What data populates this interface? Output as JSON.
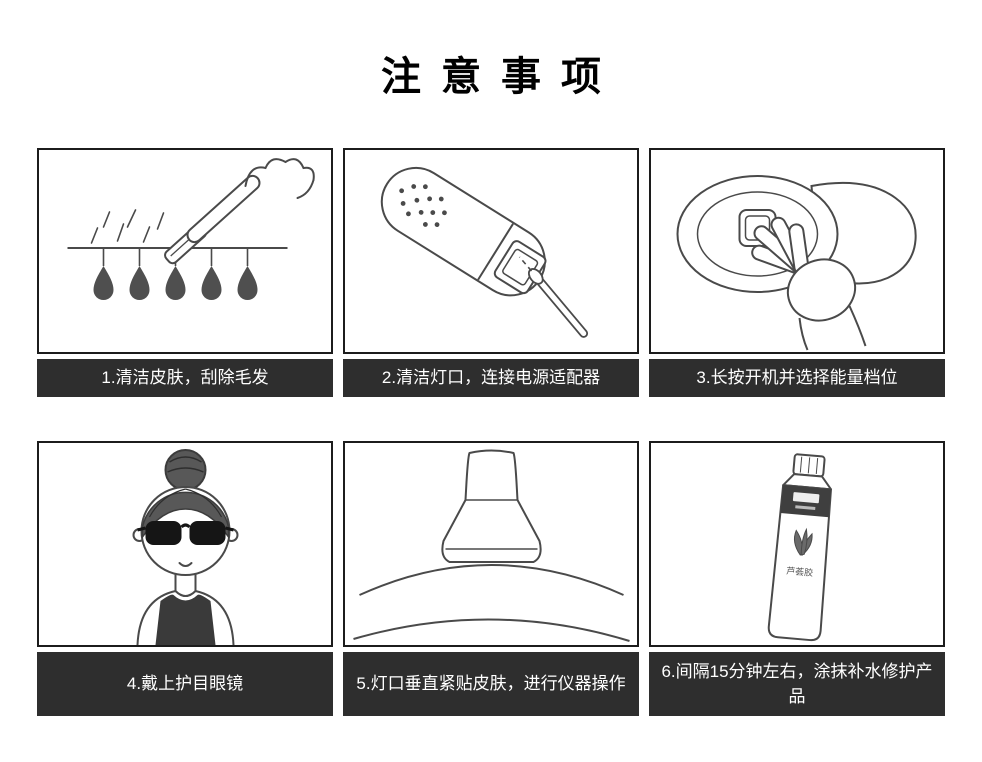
{
  "page": {
    "title": "注意事项",
    "background_color": "#ffffff",
    "caption_bar_color": "#2e2e2e",
    "caption_text_color": "#ffffff",
    "line_art_color": "#4a4a4a"
  },
  "steps": [
    {
      "caption": "1.清洁皮肤，刮除毛发",
      "illustration": "razor-shaving"
    },
    {
      "caption": "2.清洁灯口，连接电源适配器",
      "illustration": "clean-lamp-connect-adapter"
    },
    {
      "caption": "3.长按开机并选择能量档位",
      "illustration": "long-press-power-select-level"
    },
    {
      "caption": "4.戴上护目眼镜",
      "illustration": "wear-protective-goggles"
    },
    {
      "caption": "5.灯口垂直紧贴皮肤，进行仪器操作",
      "illustration": "lamp-flat-on-skin"
    },
    {
      "caption": "6.间隔15分钟左右，涂抹补水修护产品",
      "illustration": "apply-repair-product",
      "tube_label": "芦荟胶"
    }
  ]
}
